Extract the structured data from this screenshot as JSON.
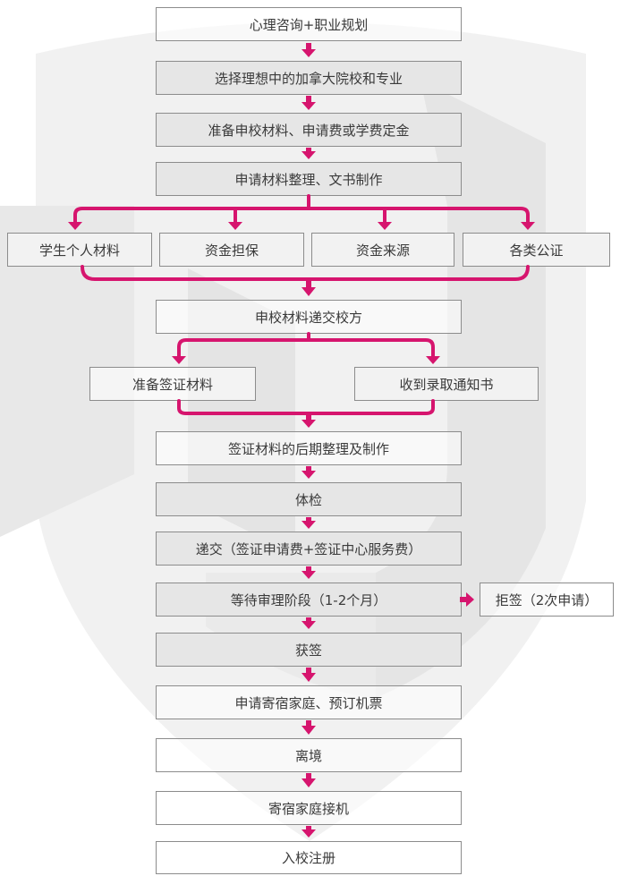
{
  "steps": {
    "s1": "心理咨询+职业规划",
    "s2": "选择理想中的加拿大院校和专业",
    "s3": "准备申校材料、申请费或学费定金",
    "s4": "申请材料整理、文书制作",
    "m1": "学生个人材料",
    "m2": "资金担保",
    "m3": "资金来源",
    "m4": "各类公证",
    "s5": "申校材料递交校方",
    "p1": "准备签证材料",
    "p2": "收到录取通知书",
    "s6": "签证材料的后期整理及制作",
    "s7": "体检",
    "s8": "递交（签证申请费+签证中心服务费）",
    "s9": "等待审理阶段（1-2个月）",
    "refuse": "拒签（2次申请）",
    "s10": "获签",
    "s11": "申请寄宿家庭、预订机票",
    "s12": "离境",
    "s13": "寄宿家庭接机",
    "s14": "入校注册"
  },
  "colors": {
    "arrow": "#d6156e",
    "border": "#8c8c8c",
    "box_shaded": "#e6e6e6",
    "watermark": "#e9e9e9",
    "text": "#3a3a3a"
  }
}
